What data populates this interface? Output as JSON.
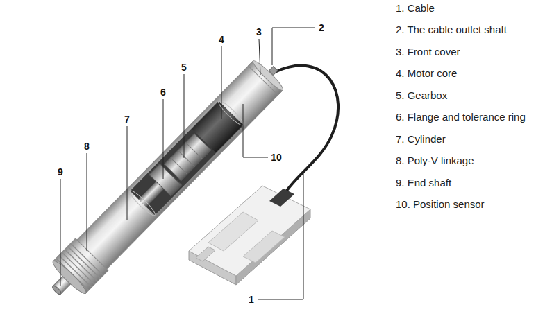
{
  "diagram": {
    "labels": [
      "1",
      "2",
      "3",
      "4",
      "5",
      "6",
      "7",
      "8",
      "9",
      "10",
      "1. Cable",
      "2. The cable outlet shaft",
      "3. Front cover",
      "4. Motor core",
      "5. Gearbox",
      "6. Flange and tolerance ring",
      "7. Cylinder",
      "8. Poly-V linkage",
      "9. End shaft",
      "10. Position sensor"
    ]
  }
}
